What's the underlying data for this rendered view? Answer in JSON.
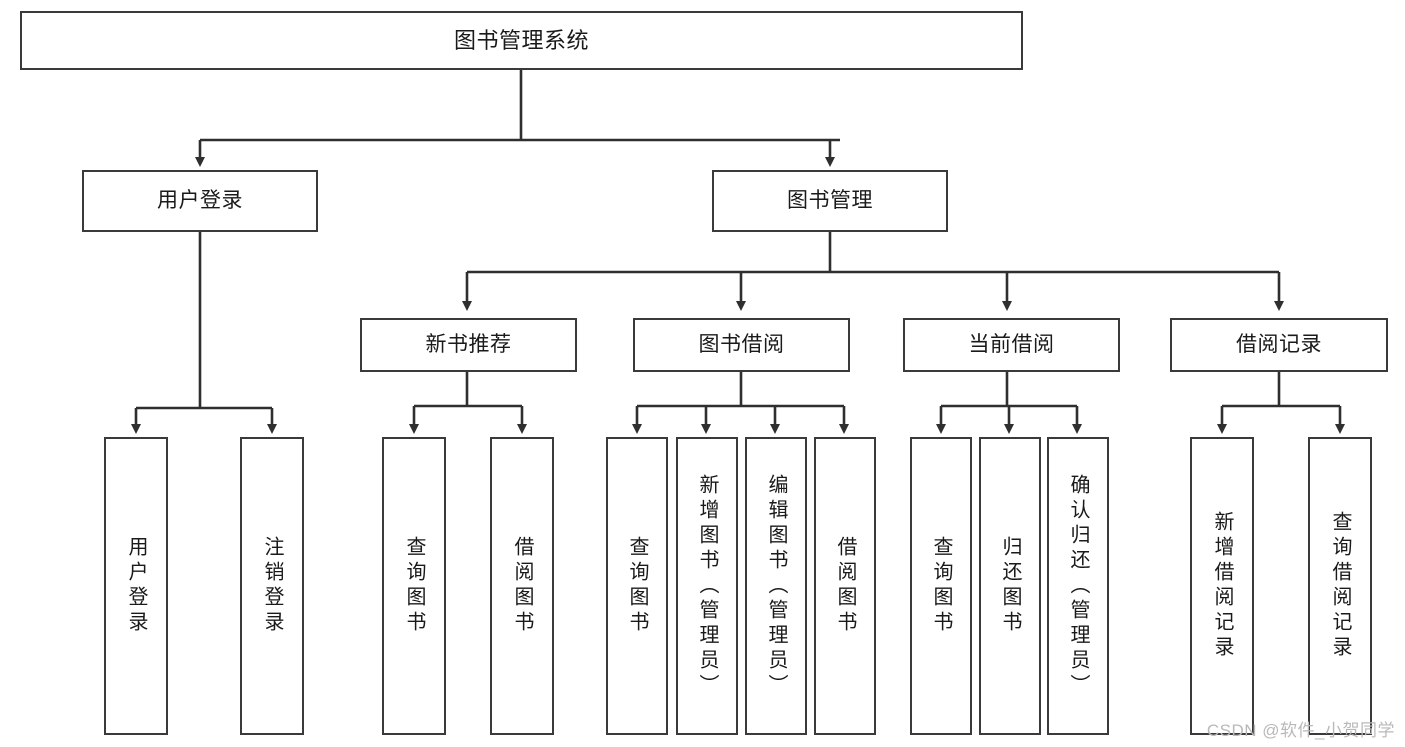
{
  "diagram": {
    "type": "tree-hierarchy",
    "title": "图书管理系统",
    "watermark": "CSDN @软件_小贺同学",
    "colors": {
      "box_border": "#3a3a3a",
      "box_fill": "#ffffff",
      "edge": "#2f2f2f",
      "text": "#1a1a1a",
      "watermark": "#b9b9b9"
    },
    "levels": {
      "root": {
        "label": "图书管理系统"
      },
      "level2": [
        {
          "id": "user-login",
          "label": "用户登录"
        },
        {
          "id": "book-manage",
          "label": "图书管理"
        }
      ],
      "level3": [
        {
          "id": "new-book-recommend",
          "label": "新书推荐"
        },
        {
          "id": "book-borrow",
          "label": "图书借阅"
        },
        {
          "id": "current-borrow",
          "label": "当前借阅"
        },
        {
          "id": "borrow-record",
          "label": "借阅记录"
        }
      ],
      "leaves": {
        "user-login": [
          {
            "id": "leaf-user-login",
            "label": "用户登录"
          },
          {
            "id": "leaf-logout-login",
            "label": "注销登录"
          }
        ],
        "new-book-recommend": [
          {
            "id": "leaf-query-book-1",
            "label": "查询图书"
          },
          {
            "id": "leaf-borrow-book-1",
            "label": "借阅图书"
          }
        ],
        "book-borrow": [
          {
            "id": "leaf-query-book-2",
            "label": "查询图书"
          },
          {
            "id": "leaf-add-book-admin",
            "label": "新增图书（管理员）"
          },
          {
            "id": "leaf-edit-book-admin",
            "label": "编辑图书（管理员）"
          },
          {
            "id": "leaf-borrow-book-2",
            "label": "借阅图书"
          }
        ],
        "current-borrow": [
          {
            "id": "leaf-query-book-3",
            "label": "查询图书"
          },
          {
            "id": "leaf-return-book",
            "label": "归还图书"
          },
          {
            "id": "leaf-confirm-return-admin",
            "label": "确认归还（管理员）"
          }
        ],
        "borrow-record": [
          {
            "id": "leaf-add-record",
            "label": "新增借阅记录"
          },
          {
            "id": "leaf-query-record",
            "label": "查询借阅记录"
          }
        ]
      }
    }
  }
}
